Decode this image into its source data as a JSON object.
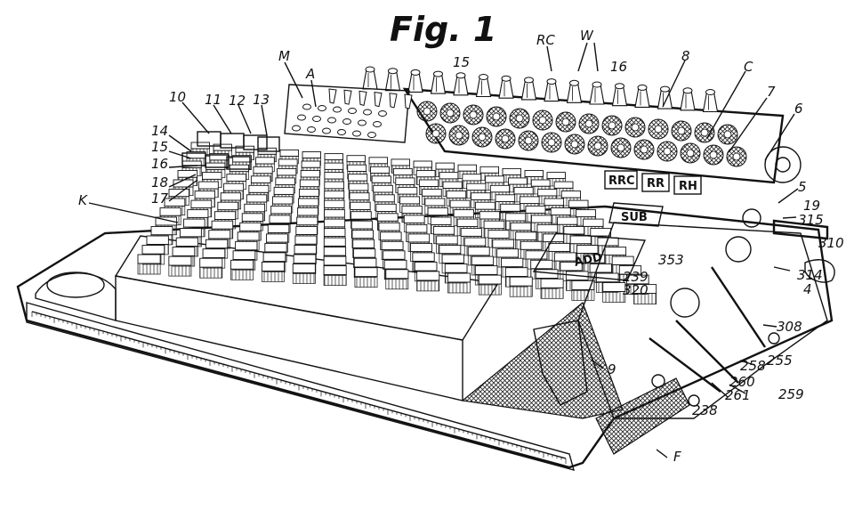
{
  "figure": {
    "title": "Fig. 1"
  },
  "callouts": [
    {
      "id": "RC",
      "text": "RC"
    },
    {
      "id": "W",
      "text": "W"
    },
    {
      "id": "15-top",
      "text": "15"
    },
    {
      "id": "16-top",
      "text": "16"
    },
    {
      "id": "8",
      "text": "8"
    },
    {
      "id": "C",
      "text": "C"
    },
    {
      "id": "7",
      "text": "7"
    },
    {
      "id": "6",
      "text": "6"
    },
    {
      "id": "M",
      "text": "M"
    },
    {
      "id": "A",
      "text": "A"
    },
    {
      "id": "10",
      "text": "10"
    },
    {
      "id": "11",
      "text": "11"
    },
    {
      "id": "12",
      "text": "12"
    },
    {
      "id": "13",
      "text": "13"
    },
    {
      "id": "14",
      "text": "14"
    },
    {
      "id": "15-left",
      "text": "15"
    },
    {
      "id": "16-left",
      "text": "16"
    },
    {
      "id": "18",
      "text": "18"
    },
    {
      "id": "17",
      "text": "17"
    },
    {
      "id": "K",
      "text": "K"
    },
    {
      "id": "5",
      "text": "5"
    },
    {
      "id": "19",
      "text": "19"
    },
    {
      "id": "315",
      "text": "315"
    },
    {
      "id": "310",
      "text": "310"
    },
    {
      "id": "314",
      "text": "314"
    },
    {
      "id": "4",
      "text": "4"
    },
    {
      "id": "353",
      "text": "353"
    },
    {
      "id": "239",
      "text": "239"
    },
    {
      "id": "320",
      "text": "320"
    },
    {
      "id": "308",
      "text": "308"
    },
    {
      "id": "255",
      "text": "255"
    },
    {
      "id": "258",
      "text": "258"
    },
    {
      "id": "260",
      "text": "260"
    },
    {
      "id": "261",
      "text": "261"
    },
    {
      "id": "259",
      "text": "259"
    },
    {
      "id": "238",
      "text": "238"
    },
    {
      "id": "9",
      "text": "9"
    },
    {
      "id": "F",
      "text": "F"
    }
  ],
  "plates": [
    {
      "id": "RRC",
      "text": "RRC"
    },
    {
      "id": "RR",
      "text": "RR"
    },
    {
      "id": "RH",
      "text": "RH"
    },
    {
      "id": "SUB",
      "text": "SUB"
    },
    {
      "id": "ADD",
      "text": "ADD"
    }
  ],
  "palette": {
    "ink": "#111111",
    "paper": "#ffffff"
  }
}
